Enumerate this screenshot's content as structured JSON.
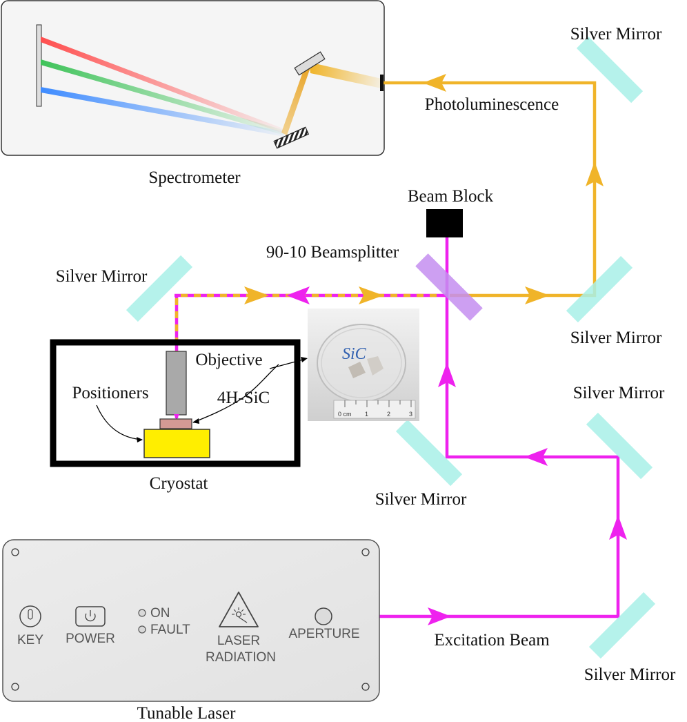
{
  "labels": {
    "spectrometer": "Spectrometer",
    "silver_mirror": "Silver Mirror",
    "photoluminescence": "Photoluminescence",
    "beam_block": "Beam Block",
    "beamsplitter": "90-10 Beamsplitter",
    "objective": "Objective",
    "positioners": "Positioners",
    "sample": "4H-SiC",
    "cryostat": "Cryostat",
    "excitation_beam": "Excitation Beam",
    "tunable_laser": "Tunable Laser"
  },
  "laser_panel": {
    "key": "KEY",
    "power": "POWER",
    "on": "ON",
    "fault": "FAULT",
    "laser_line1": "LASER",
    "laser_line2": "RADIATION",
    "aperture": "APERTURE"
  },
  "photo": {
    "handwriting": "SiC",
    "ruler_unit": "0 cm",
    "ruler_ticks": [
      "1",
      "2",
      "3"
    ]
  },
  "colors": {
    "excitation": "#ee22ee",
    "photoluminescence": "#f0b429",
    "mirror": "#a8f0e8",
    "beamsplitter": "#c48ef0",
    "positioner": "#ffee00",
    "sample": "#d49a94",
    "objective": "#a9a9a9",
    "beam_block": "#000000"
  }
}
